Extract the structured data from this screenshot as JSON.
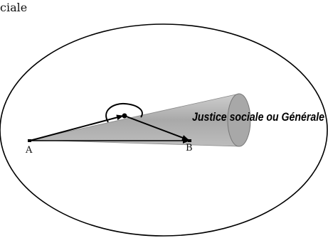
{
  "title_fragment": "ciale",
  "points": {
    "a": "A",
    "b": "B"
  },
  "cone_label": "Justice sociale ou Générale",
  "colors": {
    "cone_fill": "#b3b3b3",
    "cone_edge": "#777777",
    "stroke": "#000000"
  }
}
